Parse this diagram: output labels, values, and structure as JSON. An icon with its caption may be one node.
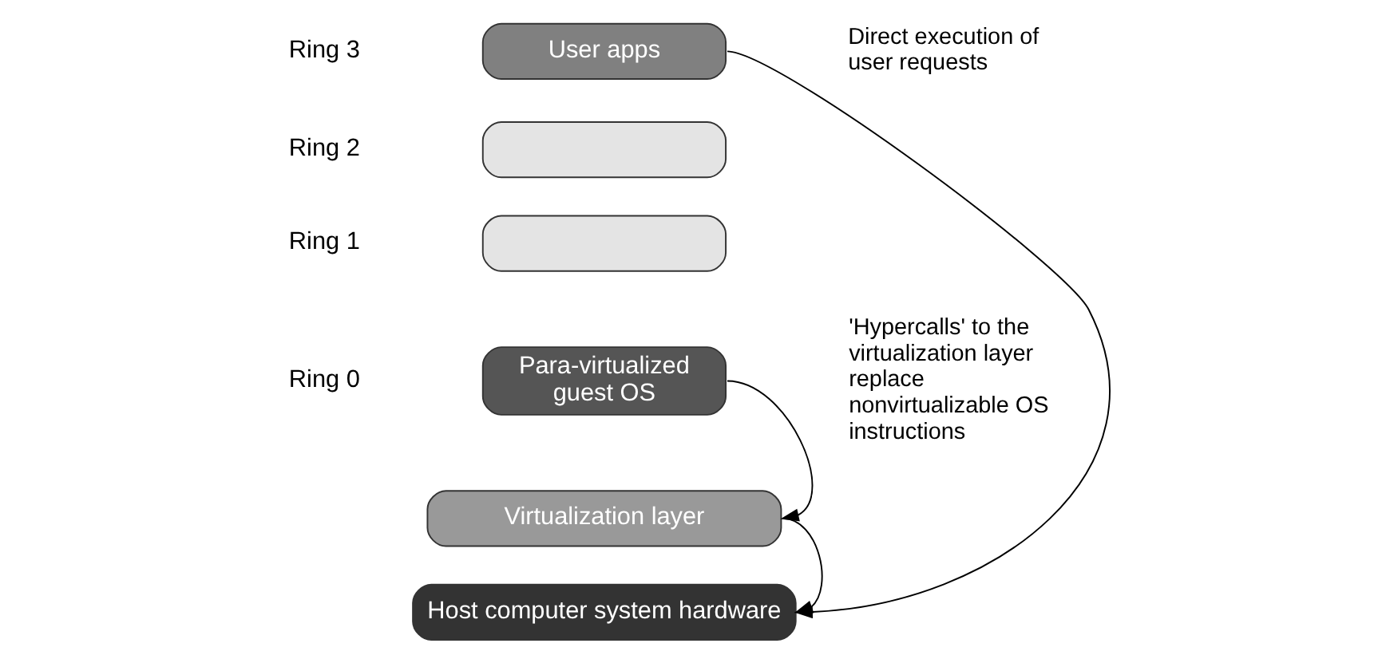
{
  "diagram": {
    "nodes": [
      {
        "text": [
          "User apps"
        ]
      },
      {
        "text": [],
        "shape": "box"
      },
      {
        "text": [],
        "shape": "box"
      },
      {
        "text": [
          "Para-virtualized",
          "guest OS"
        ]
      },
      {
        "text": [
          "Virtualization layer"
        ]
      },
      {
        "text": [
          "Host computer system hardware"
        ]
      }
    ],
    "edges": [
      {
        "from": 0,
        "to": 5,
        "arrow": "to"
      },
      {
        "from": 3,
        "to": 4,
        "arrow": "to"
      },
      {
        "from": 4,
        "to": 5,
        "arrow": "to"
      }
    ],
    "labels": [
      "Ring 3",
      "Ring 2",
      "Ring 1",
      "Ring 0",
      "Direct execution of user requests",
      "'Hypercalls' to the virtualization layer replace nonvirtualizable OS instructions"
    ]
  }
}
